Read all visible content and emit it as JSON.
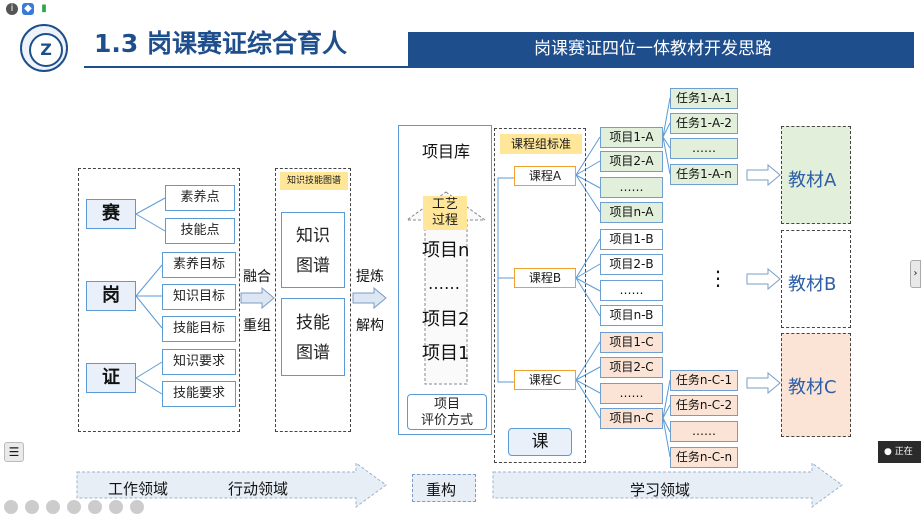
{
  "status_icons": [
    "info-icon",
    "shield-icon",
    "signal-icon"
  ],
  "header": {
    "title": "1.3 岗课赛证综合育人",
    "subtitle": "岗课赛证四位一体教材开发思路"
  },
  "left_group": {
    "sai": {
      "label": "赛",
      "items": [
        "素养点",
        "技能点"
      ]
    },
    "gang": {
      "label": "岗",
      "items": [
        "素养目标",
        "知识目标",
        "技能目标"
      ]
    },
    "zheng": {
      "label": "证",
      "items": [
        "知识要求",
        "技能要求"
      ]
    }
  },
  "arrow1": {
    "top": "融合",
    "bottom": "重组"
  },
  "map_group": {
    "title": "知识技能图谱",
    "items": [
      "知识\n图谱",
      "技能\n图谱"
    ]
  },
  "arrow2": {
    "top": "提炼",
    "bottom": "解构"
  },
  "project_lib": {
    "title": "项目库",
    "process": "工艺\n过程",
    "items": [
      "项目n",
      "……",
      "项目2",
      "项目1"
    ],
    "eval": "项目\n评价方式"
  },
  "course_group": {
    "standard": "课程组标准",
    "courses": [
      "课程A",
      "课程B",
      "课程C"
    ],
    "bottom": "课"
  },
  "projects": {
    "a": [
      "项目1-A",
      "项目2-A",
      "……",
      "项目n-A"
    ],
    "b": [
      "项目1-B",
      "项目2-B",
      "……",
      "项目n-B"
    ],
    "c": [
      "项目1-C",
      "项目2-C",
      "……",
      "项目n-C"
    ]
  },
  "tasks": {
    "a": [
      "任务1-A-1",
      "任务1-A-2",
      "……",
      "任务1-A-n"
    ],
    "c": [
      "任务n-C-1",
      "任务n-C-2",
      "……",
      "任务n-C-n"
    ],
    "mid": "⋮"
  },
  "textbooks": [
    "教材A",
    "教材B",
    "教材C"
  ],
  "bottom_labels": {
    "work": "工作领域",
    "action": "行动领域",
    "rebuild": "重构",
    "learn": "学习领域"
  },
  "overlay": {
    "right_tag": "正在"
  },
  "colors": {
    "brand": "#1f4e8c",
    "green": "#e2efda",
    "orange": "#fbe4d5",
    "blue_border": "#5b9bd5"
  }
}
